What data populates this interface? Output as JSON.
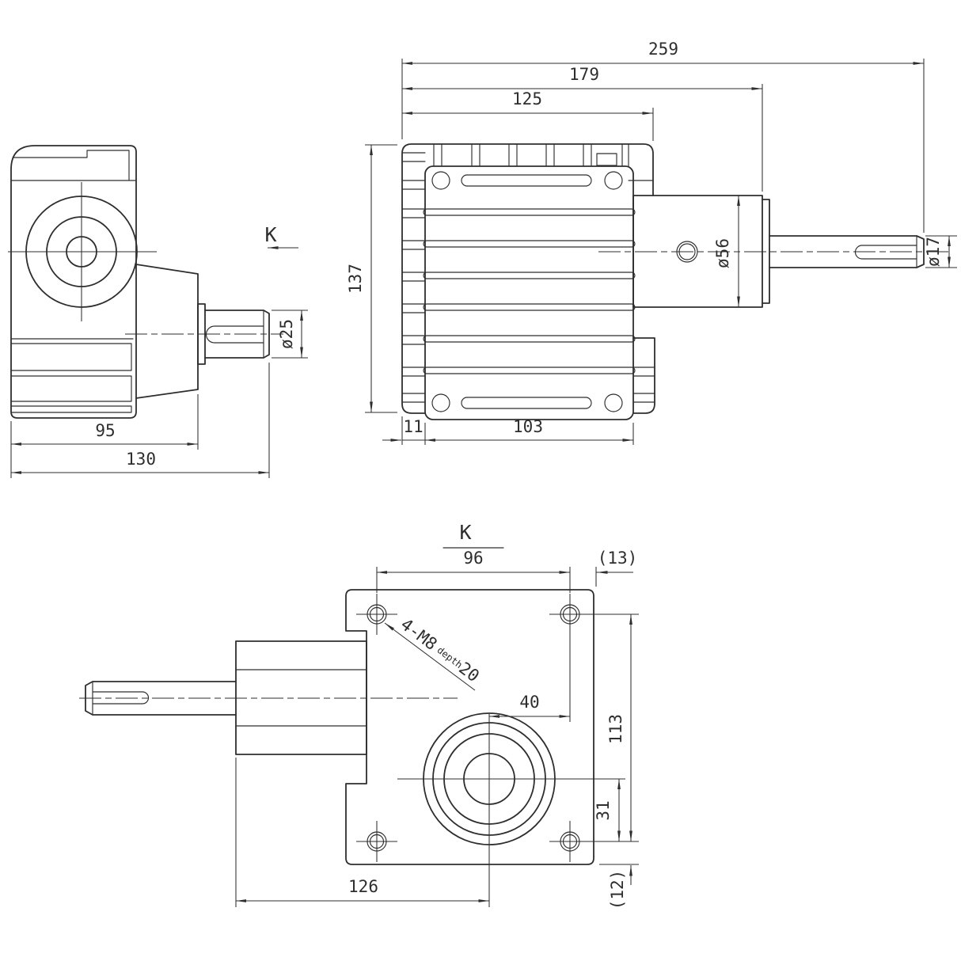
{
  "meta": {
    "line_color": "#2e2e2e",
    "background": "#ffffff"
  },
  "side_view": {
    "k_label": "K",
    "dim_95": "95",
    "dim_130": "130",
    "dim_dia25": "ø25"
  },
  "front_view": {
    "dim_259": "259",
    "dim_179": "179",
    "dim_125": "125",
    "dim_137": "137",
    "dim_11": "11",
    "dim_103": "103",
    "dim_dia56": "ø56",
    "dim_dia17": "ø17"
  },
  "bottom_view": {
    "k_label": "K",
    "dim_96": "96",
    "dim_13": "(13)",
    "dim_40": "40",
    "dim_113": "113",
    "dim_31": "31",
    "dim_12": "(12)",
    "dim_126": "126",
    "thread_prefix": "4-M8",
    "thread_depth_word": "depth",
    "thread_depth_value": "20"
  }
}
